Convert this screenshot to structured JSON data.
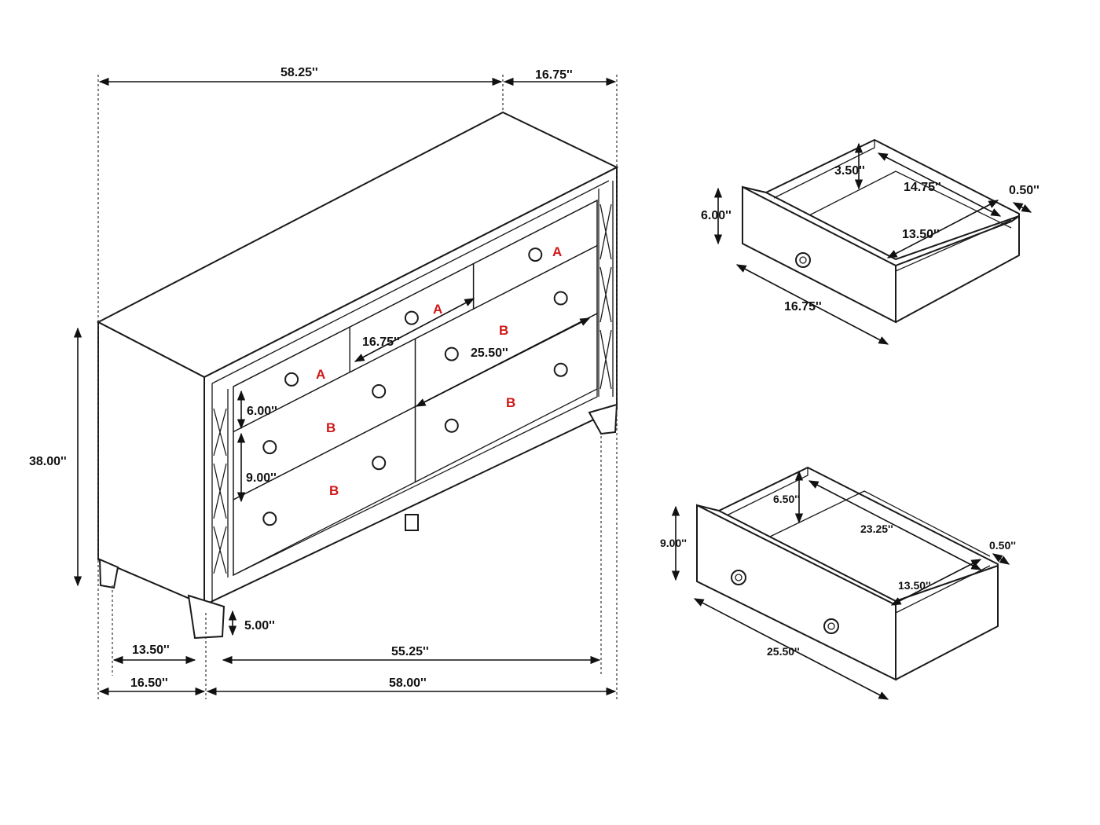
{
  "dresser": {
    "overall_width": "58.25''",
    "overall_depth": "16.75''",
    "overall_height": "38.00''",
    "leg_inner_depth": "13.50''",
    "side_depth": "16.50''",
    "leg_height": "5.00''",
    "inner_width": "55.25''",
    "front_width": "58.00''",
    "drawer_a_width": "16.75''",
    "drawer_b_width": "25.50''",
    "drawer_a_height": "6.00''",
    "drawer_b_height": "9.00''",
    "drawer_labels": [
      "A",
      "A",
      "A",
      "B",
      "B",
      "B",
      "B"
    ]
  },
  "drawer_a": {
    "inner_height": "3.50''",
    "inner_width": "14.75''",
    "panel_thickness": "0.50''",
    "front_height": "6.00''",
    "inner_depth": "13.50''",
    "front_width": "16.75''"
  },
  "drawer_b": {
    "inner_height": "6.50''",
    "inner_width": "23.25''",
    "panel_thickness": "0.50''",
    "front_height": "9.00''",
    "inner_depth": "13.50''",
    "front_width": "25.50''"
  },
  "colors": {
    "line": "#1a1a1a",
    "label": "#d01818"
  }
}
